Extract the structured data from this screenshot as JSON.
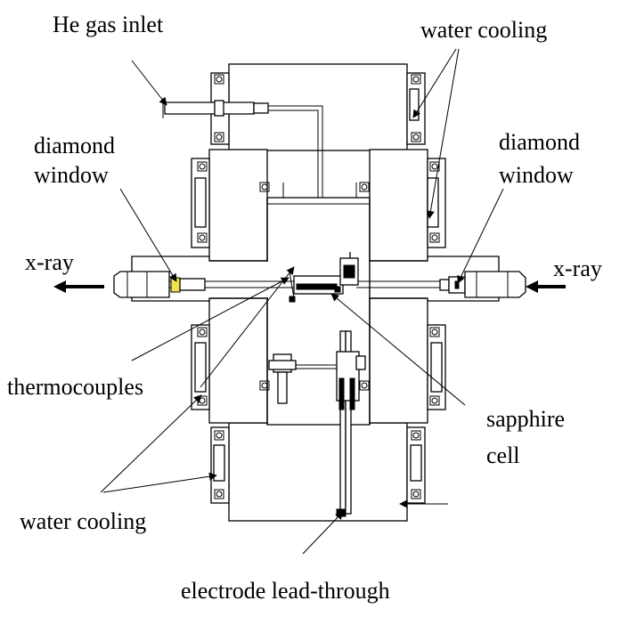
{
  "labels": {
    "he_gas_inlet": "He gas inlet",
    "water_cooling_top": "water cooling",
    "diamond_window_left_1": "diamond",
    "diamond_window_left_2": "window",
    "diamond_window_right_1": "diamond",
    "diamond_window_right_2": "window",
    "xray_left": "x-ray",
    "xray_right": "x-ray",
    "thermocouples": "thermocouples",
    "sapphire_cell_1": "sapphire",
    "sapphire_cell_2": "cell",
    "water_cooling_bottom": "water cooling",
    "electrode_lead_through": "electrode lead-through"
  },
  "colors": {
    "line": "#000000",
    "diamond_window": "#f2e24a",
    "background": "#ffffff"
  }
}
